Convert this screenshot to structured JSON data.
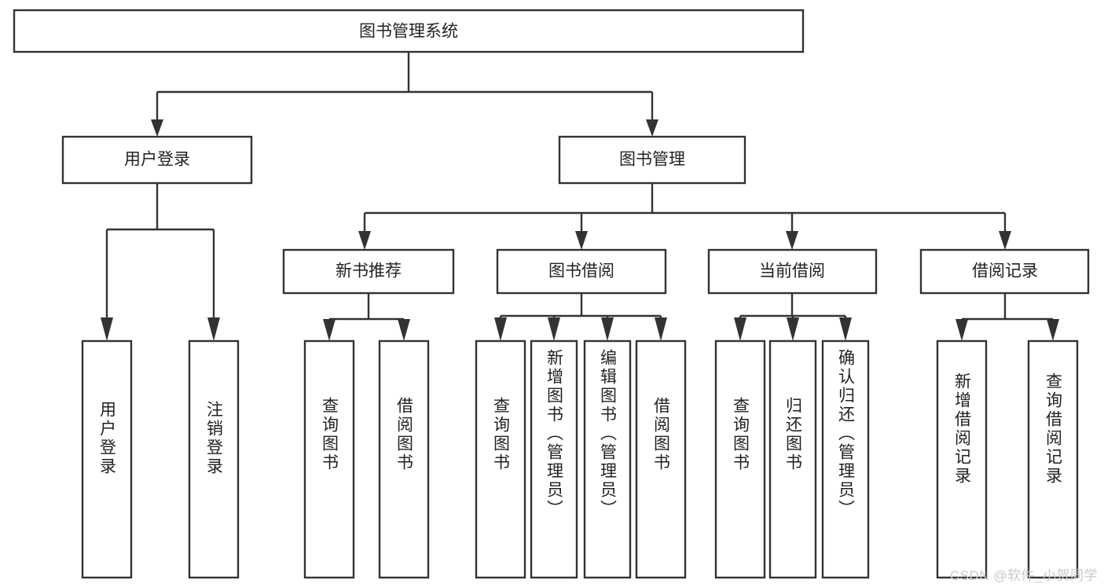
{
  "diagram": {
    "type": "tree",
    "title": "图书管理系统",
    "background_color": "#ffffff",
    "line_color": "#333333",
    "text_color": "#222222",
    "watermark": "CSDN @软件_小贺同学",
    "levels": {
      "root": {
        "label": "图书管理系统"
      },
      "level2": [
        {
          "label": "用户登录"
        },
        {
          "label": "图书管理"
        }
      ],
      "level3": [
        {
          "label": "新书推荐"
        },
        {
          "label": "图书借阅"
        },
        {
          "label": "当前借阅"
        },
        {
          "label": "借阅记录"
        }
      ],
      "leaves": [
        {
          "label": "用户登录",
          "parent": "用户登录"
        },
        {
          "label": "注销登录",
          "parent": "用户登录"
        },
        {
          "label": "查询图书",
          "parent": "新书推荐"
        },
        {
          "label": "借阅图书",
          "parent": "新书推荐"
        },
        {
          "label": "查询图书",
          "parent": "图书借阅"
        },
        {
          "label": "新增图书（管理员）",
          "parent": "图书借阅"
        },
        {
          "label": "编辑图书（管理员）",
          "parent": "图书借阅"
        },
        {
          "label": "借阅图书",
          "parent": "图书借阅"
        },
        {
          "label": "查询图书",
          "parent": "当前借阅"
        },
        {
          "label": "归还图书",
          "parent": "当前借阅"
        },
        {
          "label": "确认归还（管理员）",
          "parent": "当前借阅"
        },
        {
          "label": "新增借阅记录",
          "parent": "借阅记录"
        },
        {
          "label": "查询借阅记录",
          "parent": "借阅记录"
        }
      ]
    }
  }
}
